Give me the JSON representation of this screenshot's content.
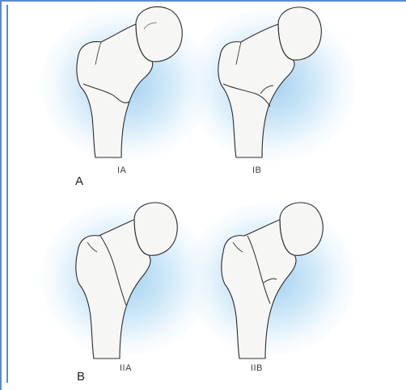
{
  "figure": {
    "section_a_label": "A",
    "section_b_label": "B",
    "panels": [
      {
        "id": "IA",
        "label": "IA"
      },
      {
        "id": "IB",
        "label": "IB"
      },
      {
        "id": "IIA",
        "label": "IIA"
      },
      {
        "id": "IIB",
        "label": "IIB"
      }
    ]
  },
  "colors": {
    "frame": "#5b8bd0",
    "glow": "#9ecfee",
    "bone_fill": "#f6f6f4",
    "outline": "#2b2b2b"
  }
}
